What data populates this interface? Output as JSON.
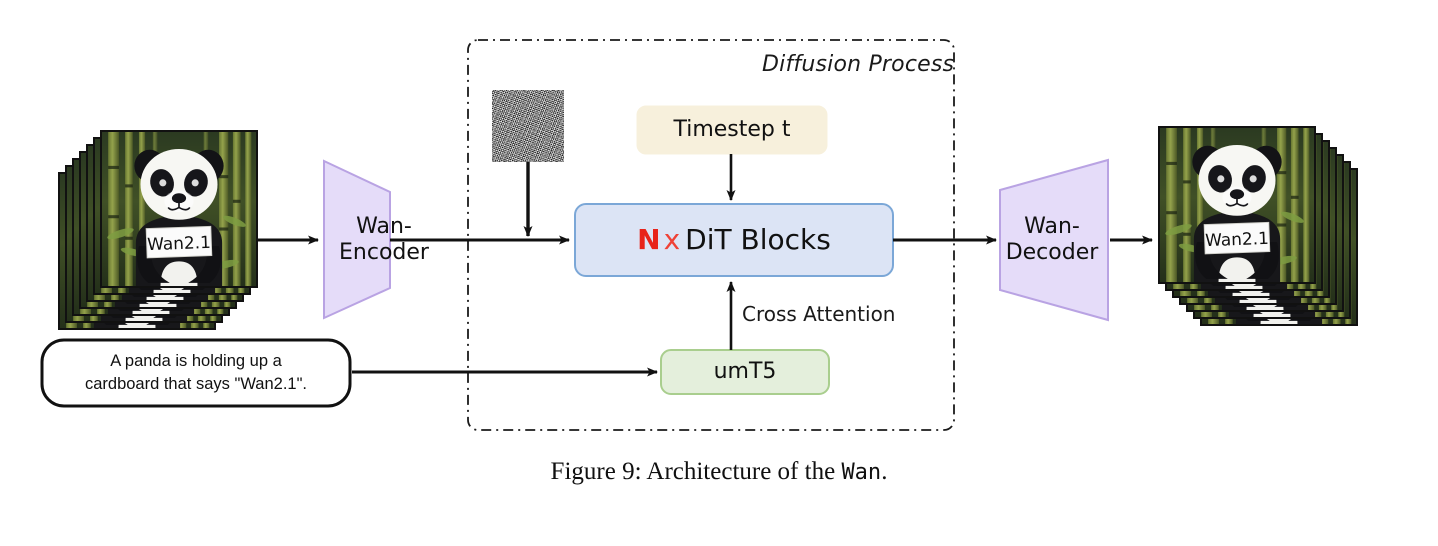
{
  "figure": {
    "caption_prefix": "Figure 9: Architecture of the ",
    "caption_mono": "Wan",
    "caption_suffix": "."
  },
  "diffusion_container": {
    "title": "Diffusion Process",
    "border_style": "dash-dot",
    "border_color": "#1a1a1a"
  },
  "blocks": {
    "encoder": {
      "line1": "Wan-",
      "line2": "Encoder",
      "fill": "#e5dcf9",
      "stroke": "#b9a3e3",
      "shape": "trapezoid-right"
    },
    "decoder": {
      "line1": "Wan-",
      "line2": "Decoder",
      "fill": "#e5dcf9",
      "stroke": "#b9a3e3",
      "shape": "trapezoid-left"
    },
    "timestep": {
      "label": "Timestep t",
      "fill": "#f7f0dc",
      "stroke": "#f7f0dc"
    },
    "dit": {
      "multiplier": "N",
      "times": "x",
      "label": "DiT Blocks",
      "fill": "#dce4f5",
      "stroke": "#7ba7d7",
      "multiplier_color": "#e8231a"
    },
    "text_encoder": {
      "label": "umT5",
      "fill": "#e4efdc",
      "stroke": "#a9ce8e"
    }
  },
  "edges": {
    "cross_attention": "Cross Attention"
  },
  "prompt": {
    "line1": "A panda is holding up a",
    "line2": "cardboard that says \"Wan2.1\".",
    "full": "A panda is holding up a cardboard that says \"Wan2.1\".",
    "stroke": "#111111"
  },
  "media": {
    "input_stack": {
      "alt": "input-video-frames-panda-holding-wan21-sign",
      "sign_text": "Wan2.1",
      "frames": 7
    },
    "output_stack": {
      "alt": "output-video-frames-panda-holding-wan21-sign",
      "sign_text": "Wan2.1",
      "frames": 7
    },
    "noise": {
      "alt": "gaussian-noise-latent-patch"
    }
  }
}
